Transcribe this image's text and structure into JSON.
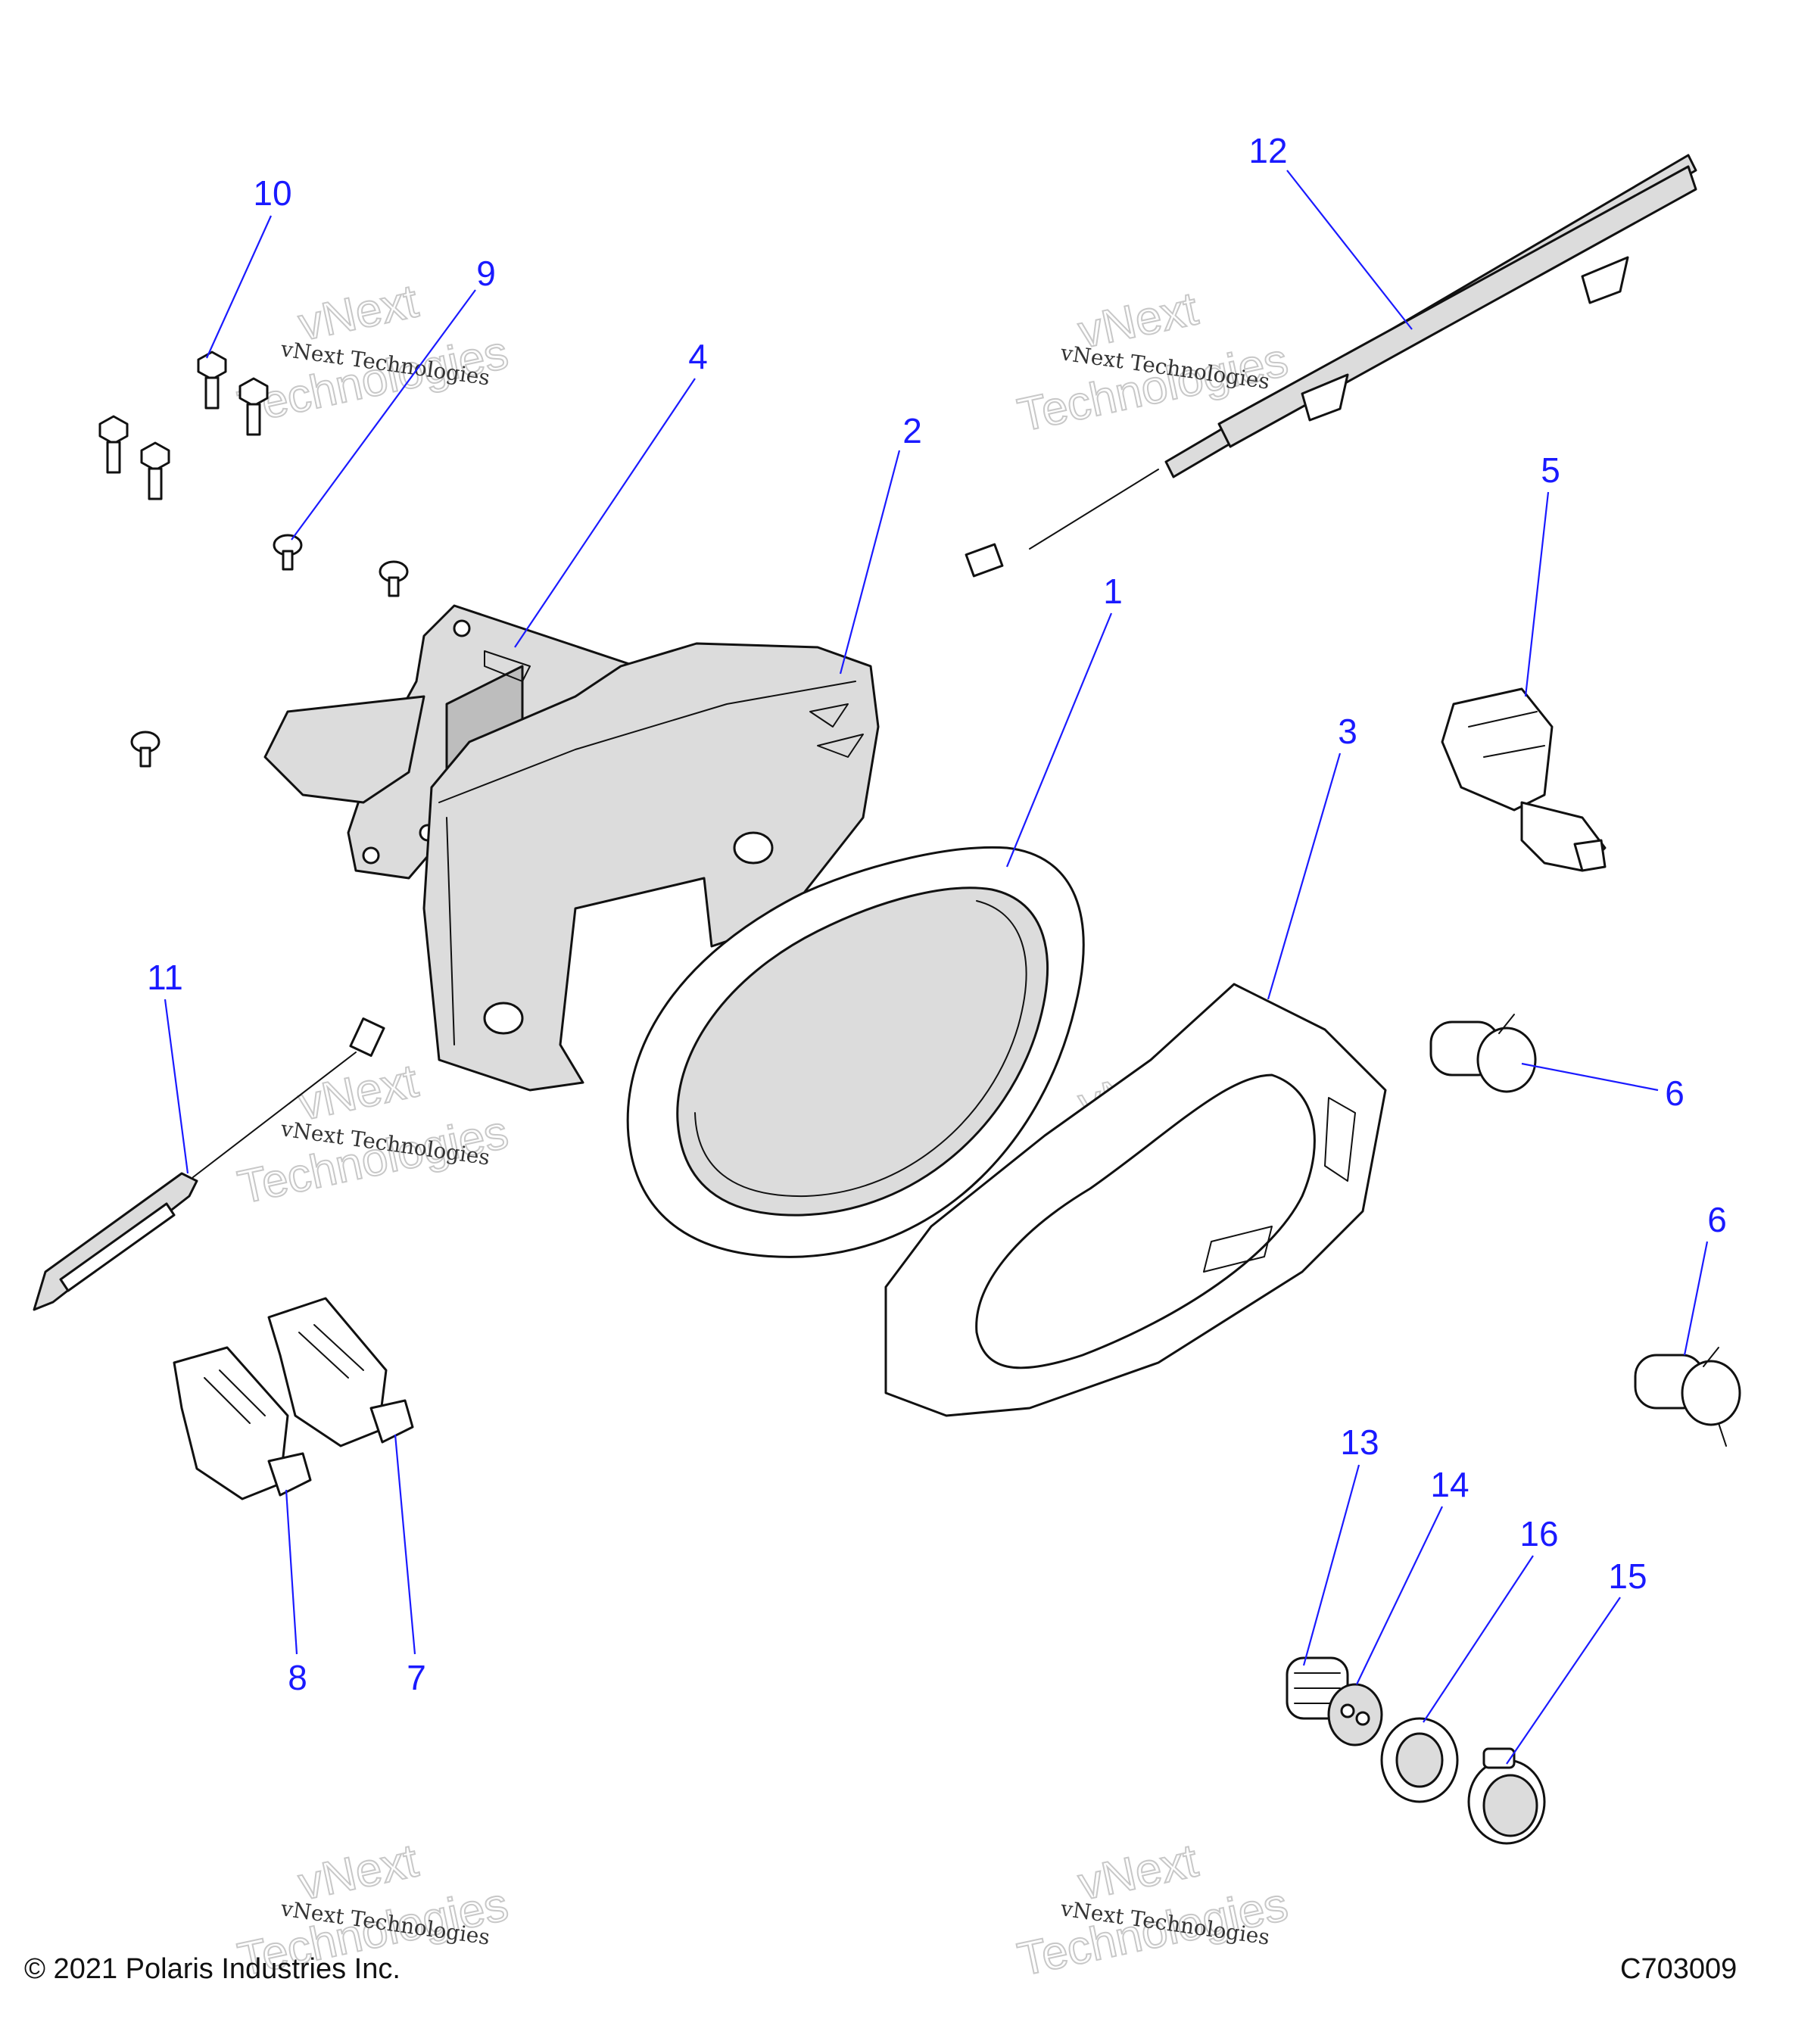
{
  "callouts": {
    "c1": "1",
    "c2": "2",
    "c3": "3",
    "c4": "4",
    "c5": "5",
    "c6a": "6",
    "c6b": "6",
    "c7": "7",
    "c8": "8",
    "c9": "9",
    "c10": "10",
    "c11": "11",
    "c12": "12",
    "c13": "13",
    "c14": "14",
    "c15": "15",
    "c16": "16"
  },
  "watermark": {
    "line1": "vNext Technologies",
    "line2": "vNext",
    "line3": "Technologies"
  },
  "footer": {
    "copyright": "© 2021 Polaris Industries Inc.",
    "drawing_number": "C703009"
  },
  "colors": {
    "callout": "#1a1aff",
    "part_fill": "#dcdcdc",
    "outline": "#111111"
  }
}
